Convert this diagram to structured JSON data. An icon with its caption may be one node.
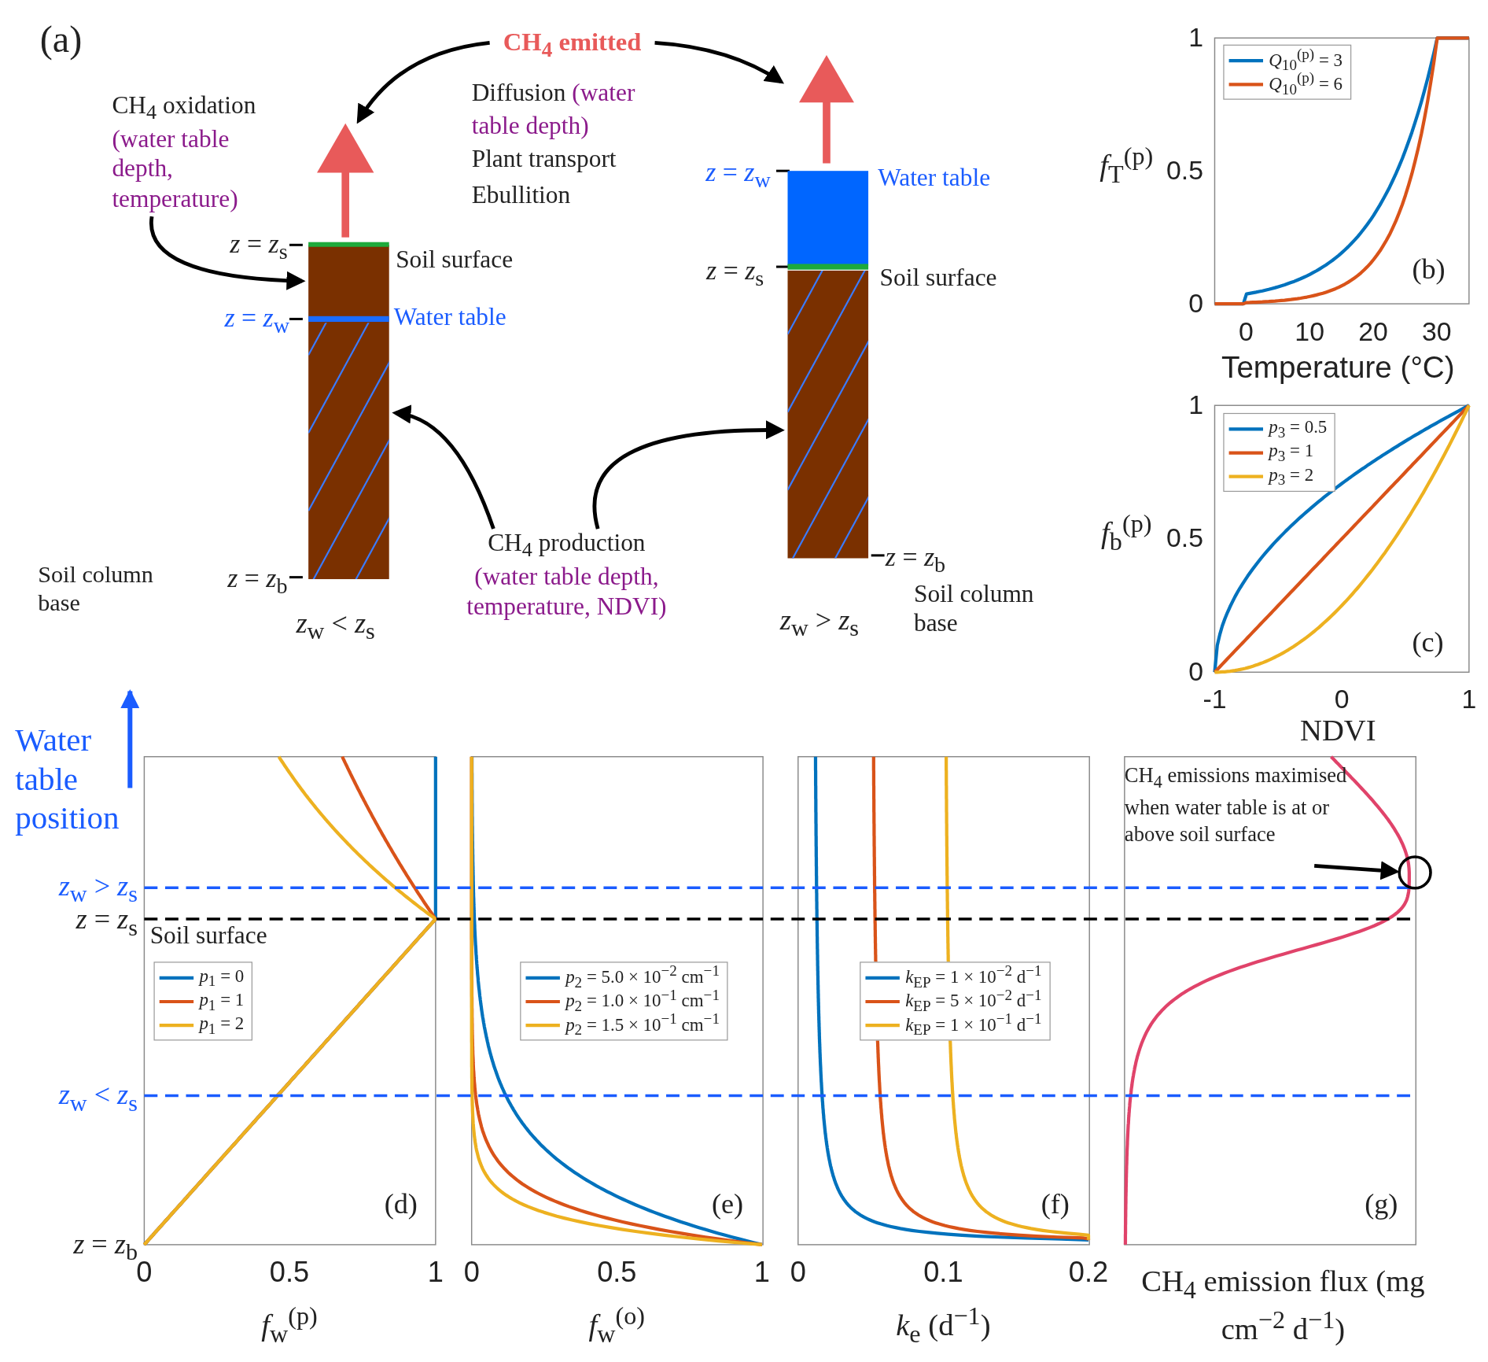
{
  "diagram": {
    "nodes": [
      {
        "text": [
          "CH$_{4}$ emitted"
        ]
      },
      {
        "text": [
          "CH$_{4}$ oxidation",
          "(water table depth, temperature)"
        ]
      },
      {
        "text": [],
        "shape": "bar"
      },
      {
        "text": [],
        "shape": "bar"
      },
      {
        "text": [
          "CH$_{4}$ production",
          "(water table depth, temperature, NDVI)"
        ]
      },
      {
        "text": [
          "CH$_{4}$ emissions maximised when water table is at or above soil surface"
        ]
      },
      {
        "text": [],
        "shape": "circle"
      }
    ],
    "edges": [
      {
        "from": 0,
        "to": 2,
        "arrow": "to"
      },
      {
        "from": 0,
        "to": 3,
        "arrow": "to"
      },
      {
        "from": 1,
        "to": 2,
        "arrow": "to"
      },
      {
        "from": 4,
        "to": 2,
        "arrow": "to"
      },
      {
        "from": 4,
        "to": 3,
        "arrow": "to"
      },
      {
        "from": 5,
        "to": 6,
        "arrow": "to"
      }
    ],
    "labels": [
      "(a)",
      "Diffusion",
      "(water table depth)",
      "Plant transport",
      "Ebullition",
      "*z* = *z*$_{w}$",
      "Water table",
      "*z* = *z*$_{s}$",
      "Soil surface",
      "*z* = *z*$_{s}$",
      "Soil surface",
      "*z* = *z*$_{w}$",
      "Water table",
      "Soil column base",
      "*z* = *z*$_{b}$",
      "*z* = *z*$_{b}$",
      "Soil column base",
      "*z*$_{w}$ < *z*$_{s}$",
      "*z*$_{w}$ > *z*$_{s}$",
      "1",
      "0.5",
      "0",
      "0",
      "10",
      "20",
      "30",
      "*f*$_{T}$$^{(p)}$",
      "Temperature (°C)",
      "(b)",
      "1",
      "0.5",
      "0",
      "-1",
      "0",
      "1",
      "*f*$_{b}$$^{(p)}$",
      "NDVI",
      "(c)",
      "Water table position",
      "*z*$_{w}$ > *z*$_{s}$",
      "*z* = *z*$_{s}$",
      "Soil surface",
      "*z*$_{w}$ < *z*$_{s}$",
      "*z* = *z*$_{b}$",
      "(d)",
      "(e)",
      "(f)",
      "(g)",
      "0",
      "0.5",
      "1",
      "0",
      "0.5",
      "1",
      "0",
      "0.1",
      "0.2",
      "*f*$_{w}$$^{(p)}$",
      "*f*$_{w}$$^{(o)}$",
      "*k*$_{e}$ (d$^{−1}$)",
      "CH$_{4}$ emission flux (mg cm$^{−2}$ d$^{−1}$)"
    ],
    "legend": [
      {
        "text": "*Q*$_{10}$$^{(p)}$ = 3"
      },
      {
        "text": "*Q*$_{10}$$^{(p)}$ = 6"
      },
      {
        "text": "*p*$_{3}$ = 0.5"
      },
      {
        "text": "*p*$_{3}$ = 1"
      },
      {
        "text": "*p*$_{3}$ = 2"
      },
      {
        "text": "*p*$_{1}$ = 0"
      },
      {
        "text": "*p*$_{1}$ = 1"
      },
      {
        "text": "*p*$_{1}$ = 2"
      },
      {
        "text": "*p*$_{2}$ = 5.0 × 10$^{−2}$ cm$^{−1}$"
      },
      {
        "text": "*p*$_{2}$ = 1.0 × 10$^{−1}$ cm$^{−1}$"
      },
      {
        "text": "*p*$_{2}$ = 1.5 × 10$^{−1}$ cm$^{−1}$"
      },
      {
        "text": "*k*$_{EP}$ = 1 × 10$^{−2}$ d$^{−1}$"
      },
      {
        "text": "*k*$_{EP}$ = 5 × 10$^{−2}$ d$^{−1}$"
      },
      {
        "text": "*k*$_{EP}$ = 1 × 10$^{−1}$ d$^{−1}$"
      }
    ]
  }
}
